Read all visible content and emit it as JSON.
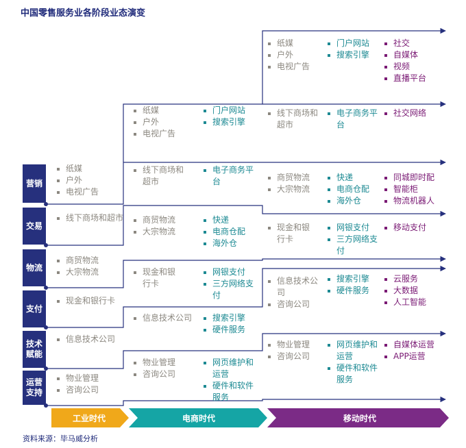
{
  "title": "中国零售服务业各阶段业态演变",
  "source": "资料来源：毕马威分析",
  "categories": [
    "营销",
    "交易",
    "物流",
    "支付",
    "技术赋能",
    "运营支持"
  ],
  "eras": [
    "工业时代",
    "电商时代",
    "移动时代"
  ],
  "colors": {
    "navy": "#26307d",
    "gray": "#8c8880",
    "teal": "#1d8a93",
    "purple": "#7a1a74",
    "era1": "#f0a81a",
    "era2": "#15a5a5",
    "era3": "#7b2b86"
  },
  "col1": {
    "marketing": [
      "纸媒",
      "户外",
      "电视广告"
    ],
    "trade": [
      "线下商场和超市"
    ],
    "logistics": [
      "商贸物流",
      "大宗物流"
    ],
    "payment": [
      "现金和银行卡"
    ],
    "tech": [
      "信息技术公司"
    ],
    "ops": [
      "物业管理",
      "咨询公司"
    ]
  },
  "col2": {
    "marketing_g": [
      "纸媒",
      "户外",
      "电视广告"
    ],
    "marketing_t": [
      "门户网站",
      "搜索引擎"
    ],
    "trade_g": [
      "线下商场和超市"
    ],
    "trade_t": [
      "电子商务平台"
    ],
    "logistics_g": [
      "商贸物流",
      "大宗物流"
    ],
    "logistics_t": [
      "快递",
      "电商仓配",
      "海外仓"
    ],
    "payment_g": [
      "现金和银行卡"
    ],
    "payment_t": [
      "网银支付",
      "三方网络支付"
    ],
    "tech_g": [
      "信息技术公司"
    ],
    "tech_t": [
      "搜索引擎",
      "硬件服务"
    ],
    "ops_g": [
      "物业管理",
      "咨询公司"
    ],
    "ops_t": [
      "网页维护和运营",
      "硬件和软件服务"
    ]
  },
  "col3": {
    "marketing_g": [
      "纸媒",
      "户外",
      "电视广告"
    ],
    "marketing_t": [
      "门户网站",
      "搜索引擎"
    ],
    "marketing_p": [
      "社交",
      "自媒体",
      "视频",
      "直播平台"
    ],
    "trade_g": [
      "线下商场和超市"
    ],
    "trade_t": [
      "电子商务平台"
    ],
    "trade_p": [
      "社交网络"
    ],
    "logistics_g": [
      "商贸物流",
      "大宗物流"
    ],
    "logistics_t": [
      "快递",
      "电商仓配",
      "海外仓"
    ],
    "logistics_p": [
      "同城即时配",
      "智能柜",
      "物流机器人"
    ],
    "payment_g": [
      "现金和银行卡"
    ],
    "payment_t": [
      "网银支付",
      "三方网络支付"
    ],
    "payment_p": [
      "移动支付"
    ],
    "tech_g": [
      "信息技术公司"
    ],
    "tech_t": [
      "搜索引擎",
      "硬件服务"
    ],
    "tech_p": [
      "云服务",
      "大数据",
      "人工智能"
    ],
    "ops_g": [
      "物业管理",
      "咨询公司"
    ],
    "ops_t": [
      "网页维护和运营",
      "硬件和软件服务"
    ],
    "ops_p": [
      "自媒体运营",
      "APP运营"
    ]
  }
}
